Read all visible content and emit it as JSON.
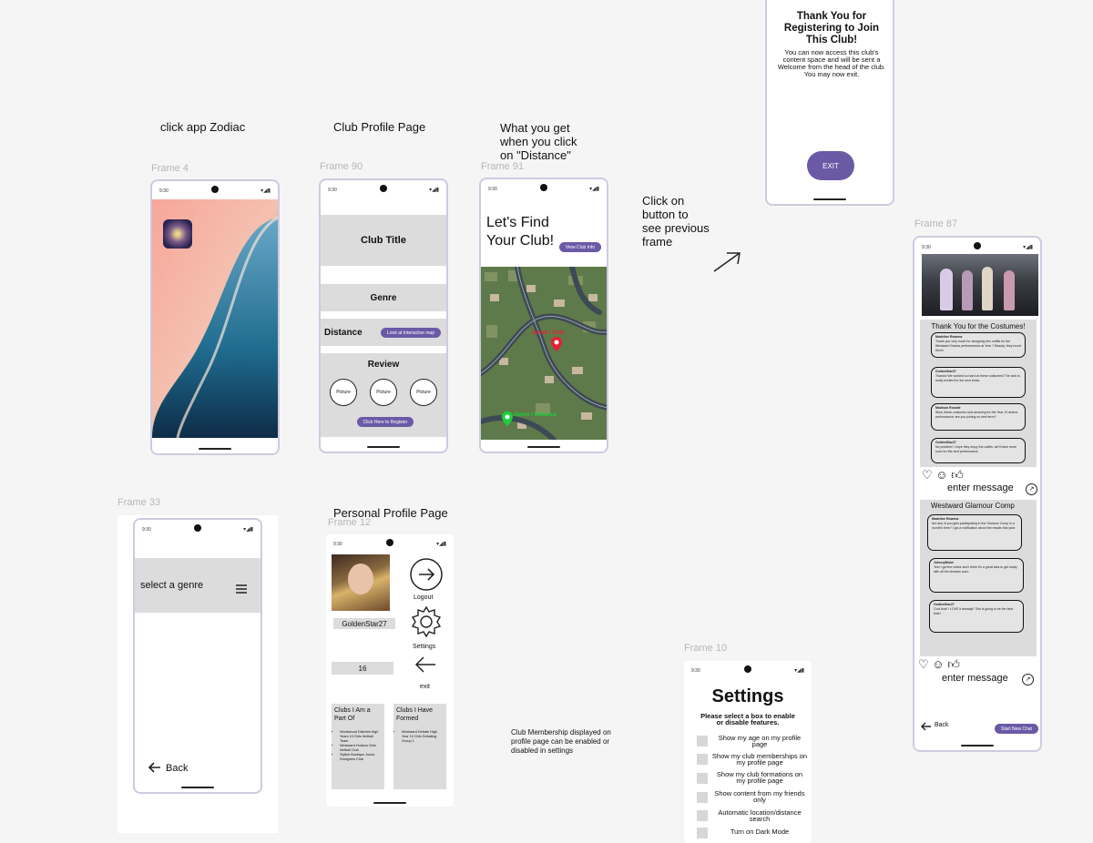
{
  "annotations": {
    "click_app": "click app Zodiac",
    "club_profile": "Club Profile Page",
    "distance": "What you get\nwhen you click\non \"Distance\"",
    "click_button": "Click on\nbutton to\nsee previous\nframe",
    "personal_profile": "Personal Profile Page",
    "membership": "Club Membership displayed on profile page can be enabled or disabled in settings"
  },
  "frames": {
    "f4": "Frame 4",
    "f90": "Frame 90",
    "f91": "Frame 91",
    "f87": "Frame 87",
    "f33": "Frame 33",
    "f12": "Frame 12",
    "f10": "Frame 10"
  },
  "status_time": "9:30",
  "thanks": {
    "title": "Thank You for Registering to Join This Club!",
    "body": "You can now access this club's content space and will be sent a Welcome from the head of the club.\nYou may now exit.",
    "exit": "EXIT"
  },
  "club_profile": {
    "title": "Club Title",
    "genre": "Genre",
    "distance": "Distance",
    "map_btn": "Look at Interactive map",
    "review": "Review",
    "pictures": [
      "Picture",
      "Picture",
      "Picture"
    ],
    "register": "Click Here to Register"
  },
  "find": {
    "heading": "Let's Find Your Club!",
    "view_btn": "View Club Info",
    "pin1": "Genre / Club",
    "pin2": "Genre / Distance"
  },
  "genre": {
    "select": "select a genre",
    "back": "Back"
  },
  "profile": {
    "username": "GoldenStar27",
    "age": "16",
    "logout": "Logout",
    "settings": "Settings",
    "exit": "exit",
    "part_of_title": "Clubs I Am a Part Of",
    "part_of": [
      "Wodhwood Districts High Years 10 Girls Netball Team",
      "Westward Hudson Girls Netball Club",
      "Stylish Boutique Junior Designers Club"
    ],
    "formed_title": "Clubs I Have Formed",
    "formed": [
      "Westward Debate High Year 10 Girls Debating Group 1"
    ]
  },
  "settings": {
    "title": "Settings",
    "subtitle": "Please select a box to enable or disable features.",
    "options": [
      "Show my age on my profile page",
      "Show my club memberships on my profile page",
      "Show my club formations on my profile page",
      "Show content from my friends only",
      "Automatic location/distance search",
      "Turn on Dark Mode"
    ]
  },
  "feed": {
    "post1_title": "Thank You for the Costumes!",
    "post1_msgs": [
      {
        "user": "Madeline Rowena",
        "text": "Thank you very much for designing this outfits for the Westward Drama performances at Year 7 Beauty; they loved them!"
      },
      {
        "user": "GoldenStar27",
        "text": "Thanks! We worked so hard on these costumes! The club is really excited for the next show."
      },
      {
        "user": "Madison Rosalie",
        "text": "Wow, these costumes look amazing for the Year 10 drama performance; are you joining us next term?"
      },
      {
        "user": "GoldenStar27",
        "text": "No problem! I hope they enjoy the outfits, we'll have more soon for the next performance."
      }
    ],
    "post2_title": "Westward Glamour Comp",
    "post2_msgs": [
      {
        "user": "Madeline Rowena",
        "text": "Are any of you girls participating in the Glamour Comp in a month's time? I got a notification about the results this year."
      },
      {
        "user": "JohnnyBloke",
        "text": "Yes! I got the notice and I think it's a great idea to get ready with all the dresses soon."
      },
      {
        "user": "GoldenStar27",
        "text": "Cool that! I LOVE it already!! This is going to be the best time!"
      }
    ],
    "enter": "enter message",
    "back": "Back",
    "start": "Start New Chat"
  }
}
